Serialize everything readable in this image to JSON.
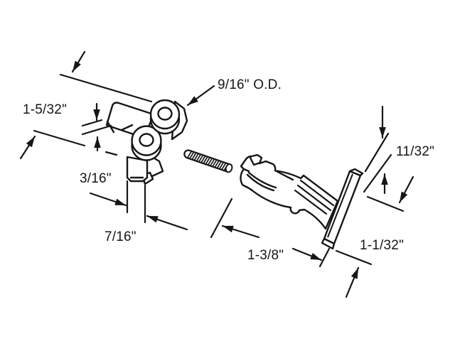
{
  "diagram": {
    "background": "#ffffff",
    "line_color": "#161616",
    "dimensions": {
      "roller_od": "9/16\" O.D.",
      "overall_height": "1-5/32\"",
      "gap": "3/16\"",
      "foot_width": "7/16\"",
      "arm_length": "1-3/8\"",
      "plate_height": "1-1/32\"",
      "plate_offset": "11/32\""
    }
  }
}
